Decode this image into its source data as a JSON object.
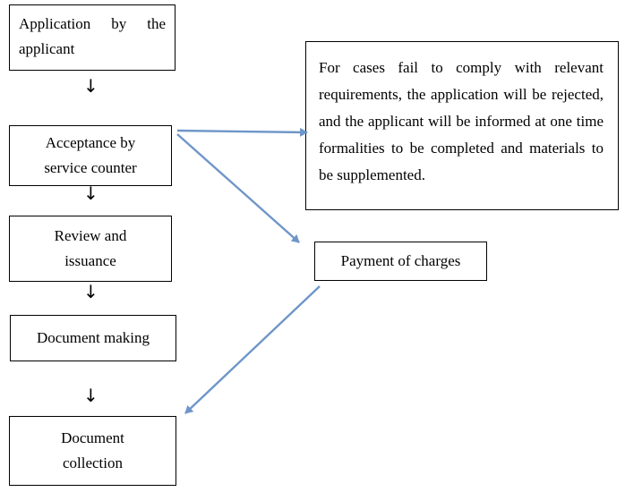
{
  "nodes": {
    "application": "Application by the applicant",
    "acceptance_line1": "Acceptance by",
    "acceptance_line2": "service counter",
    "review_line1": "Review and",
    "review_line2": "issuance",
    "document_making": "Document making",
    "collection_line1": "Document",
    "collection_line2": "collection",
    "rejection_note": "For cases fail to comply with relevant requirements, the application will be rejected, and the applicant will be informed at one time formalities to be completed and materials to be supplemented.",
    "payment": "Payment of charges"
  },
  "colors": {
    "connector_blue": "#6f96c8",
    "border": "#000000"
  },
  "icons": {
    "down_arrow": "↓"
  }
}
